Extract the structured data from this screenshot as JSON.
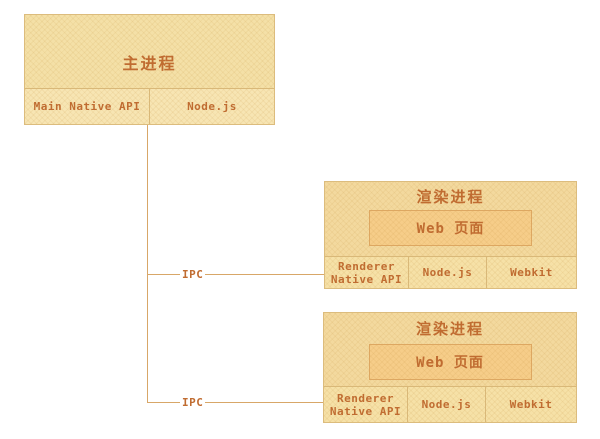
{
  "colors": {
    "page-bg": "#ffffff",
    "text": "#c06c31",
    "line": "#d8a768",
    "box-border": "#dcbc7d",
    "divider": "#d9b878",
    "main-fill": "#f4e0a7",
    "main-subrow": "#f7e5b3",
    "renderer-fill": "#f3d99e",
    "renderer-subrow": "#f6e1a7",
    "web-fill": "#f6cd89",
    "web-border": "#dda761"
  },
  "main_process": {
    "title": "主进程",
    "cells": [
      "Main Native API",
      "Node.js"
    ]
  },
  "renderers": [
    {
      "title": "渲染进程",
      "web_page": "Web 页面",
      "cells": [
        "Renderer Native API",
        "Node.js",
        "Webkit"
      ]
    },
    {
      "title": "渲染进程",
      "web_page": "Web 页面",
      "cells": [
        "Renderer Native API",
        "Node.js",
        "Webkit"
      ]
    }
  ],
  "ipc": [
    "IPC",
    "IPC"
  ]
}
